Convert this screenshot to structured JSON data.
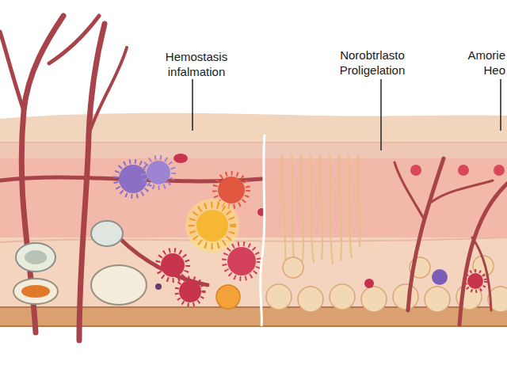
{
  "diagram": {
    "labels": [
      "Hemostasis infalmation",
      "Norobtrlasto Proligelation",
      "Amorie Heo"
    ]
  }
}
